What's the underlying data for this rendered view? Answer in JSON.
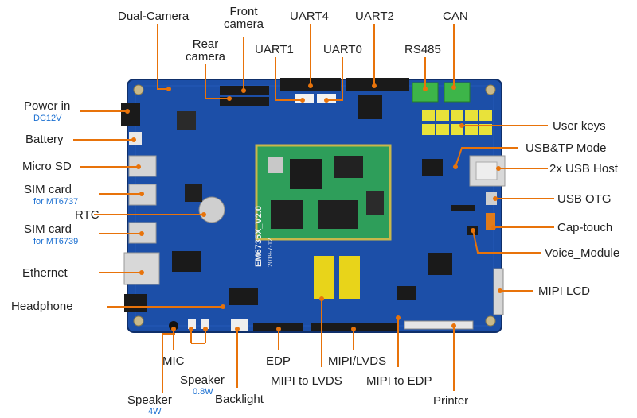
{
  "colors": {
    "pcb": "#1c4fa8",
    "pcb_dark": "#163f87",
    "callout": "#e8730a",
    "header_black": "#1a1a1a",
    "terminal_green": "#3db549",
    "key_yellow": "#e8e23a",
    "module_green": "#2e9e5a",
    "label_text": "#222222",
    "sublabel_text": "#1a6fd1"
  },
  "board": {
    "silkscreen_model": "EM6735X_V2.0",
    "silkscreen_date": "2019-7-12"
  },
  "labels": {
    "dual_camera": "Dual-Camera",
    "front_camera": "Front\ncamera",
    "rear_camera": "Rear\ncamera",
    "uart4": "UART4",
    "uart2": "UART2",
    "can": "CAN",
    "uart1": "UART1",
    "uart0": "UART0",
    "rs485": "RS485",
    "power_in": "Power in",
    "power_in_sub": "DC12V",
    "battery": "Battery",
    "micro_sd": "Micro SD",
    "sim1": "SIM card",
    "sim1_sub": "for MT6737",
    "rtc": "RTC",
    "sim2": "SIM card",
    "sim2_sub": "for MT6739",
    "ethernet": "Ethernet",
    "headphone": "Headphone",
    "mic": "MIC",
    "speaker_08": "Speaker",
    "speaker_08_sub": "0.8W",
    "speaker_4": "Speaker",
    "speaker_4_sub": "4W",
    "backlight": "Backlight",
    "edp": "EDP",
    "mipi_to_lvds": "MIPI to LVDS",
    "mipi_lvds": "MIPI/LVDS",
    "mipi_to_edp": "MIPI to EDP",
    "printer": "Printer",
    "user_keys": "User keys",
    "usb_tp_mode": "USB&TP Mode",
    "usb_host": "2x USB Host",
    "usb_otg": "USB OTG",
    "cap_touch": "Cap-touch",
    "voice_module": "Voice_Module",
    "mipi_lcd": "MIPI LCD"
  }
}
